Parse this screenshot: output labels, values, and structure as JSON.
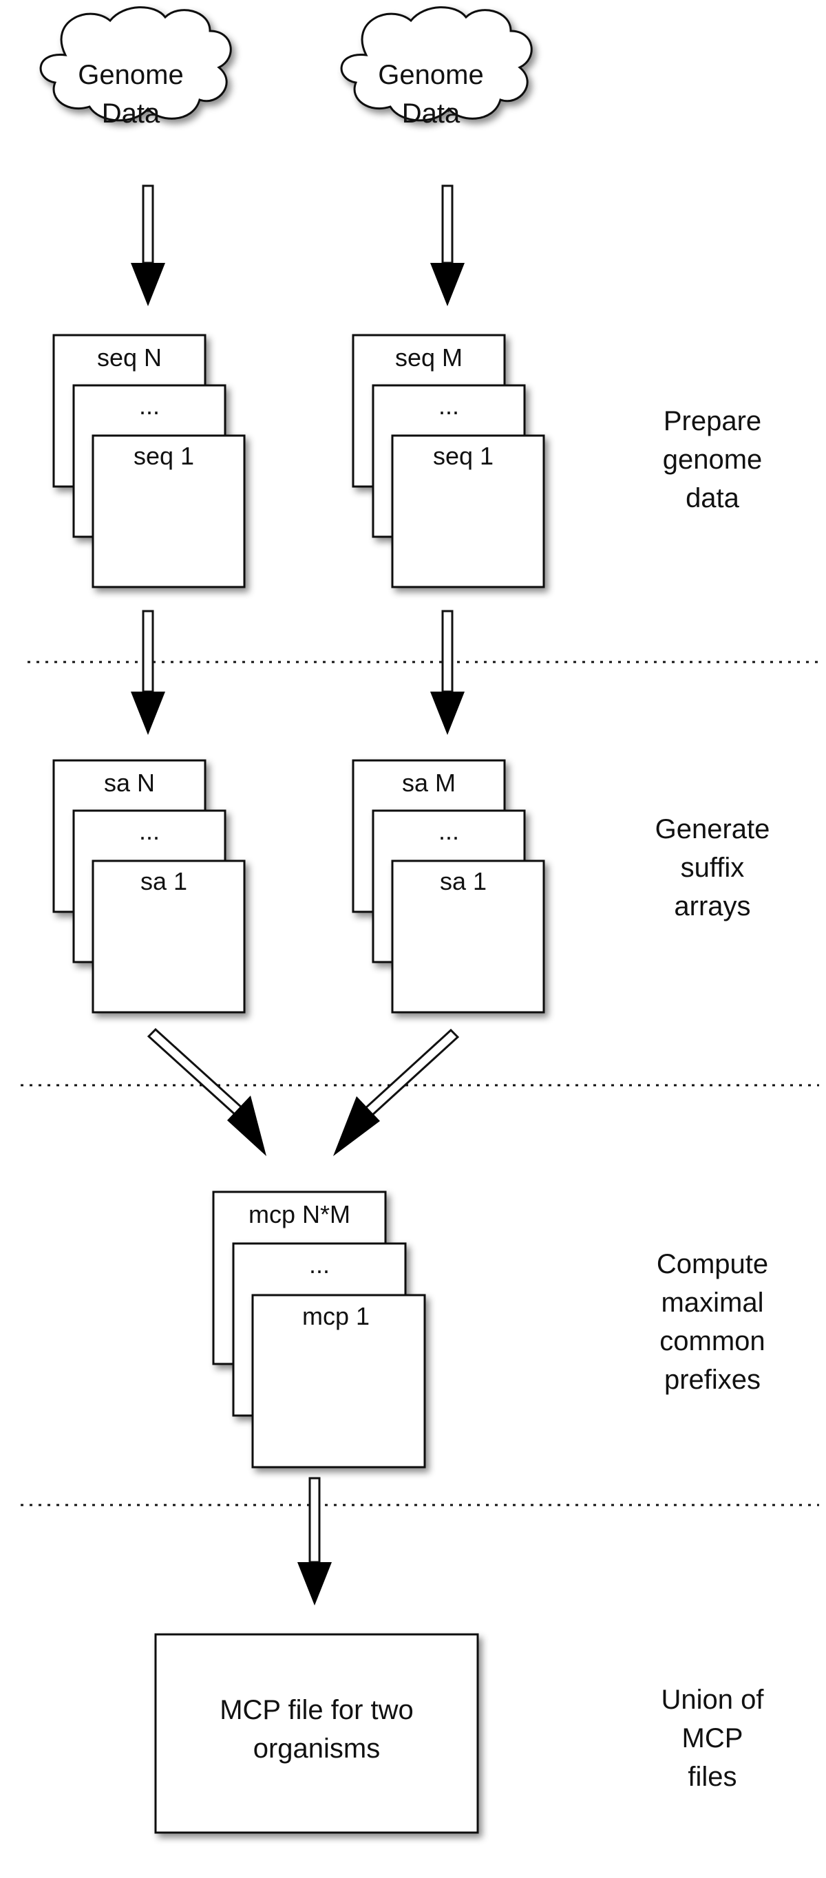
{
  "sources": [
    {
      "label_line1": "Genome",
      "label_line2": "Data"
    },
    {
      "label_line1": "Genome",
      "label_line2": "Data"
    }
  ],
  "seq_stacks": [
    {
      "top": "seq N",
      "middle": "...",
      "front": "seq 1"
    },
    {
      "top": "seq M",
      "middle": "...",
      "front": "seq 1"
    }
  ],
  "sa_stacks": [
    {
      "top": "sa N",
      "middle": "...",
      "front": "sa 1"
    },
    {
      "top": "sa M",
      "middle": "...",
      "front": "sa 1"
    }
  ],
  "mcp_stack": {
    "top": "mcp N*M",
    "middle": "...",
    "front": "mcp 1"
  },
  "output": {
    "line1": "MCP file for two",
    "line2": "organisms"
  },
  "steps": [
    {
      "line1": "Prepare",
      "line2": "genome",
      "line3": "data"
    },
    {
      "line1": "Generate",
      "line2": "suffix",
      "line3": "arrays"
    },
    {
      "line1": "Compute",
      "line2": "maximal",
      "line3": "common",
      "line4": "prefixes"
    },
    {
      "line1": "Union of",
      "line2": "MCP",
      "line3": "files"
    }
  ]
}
